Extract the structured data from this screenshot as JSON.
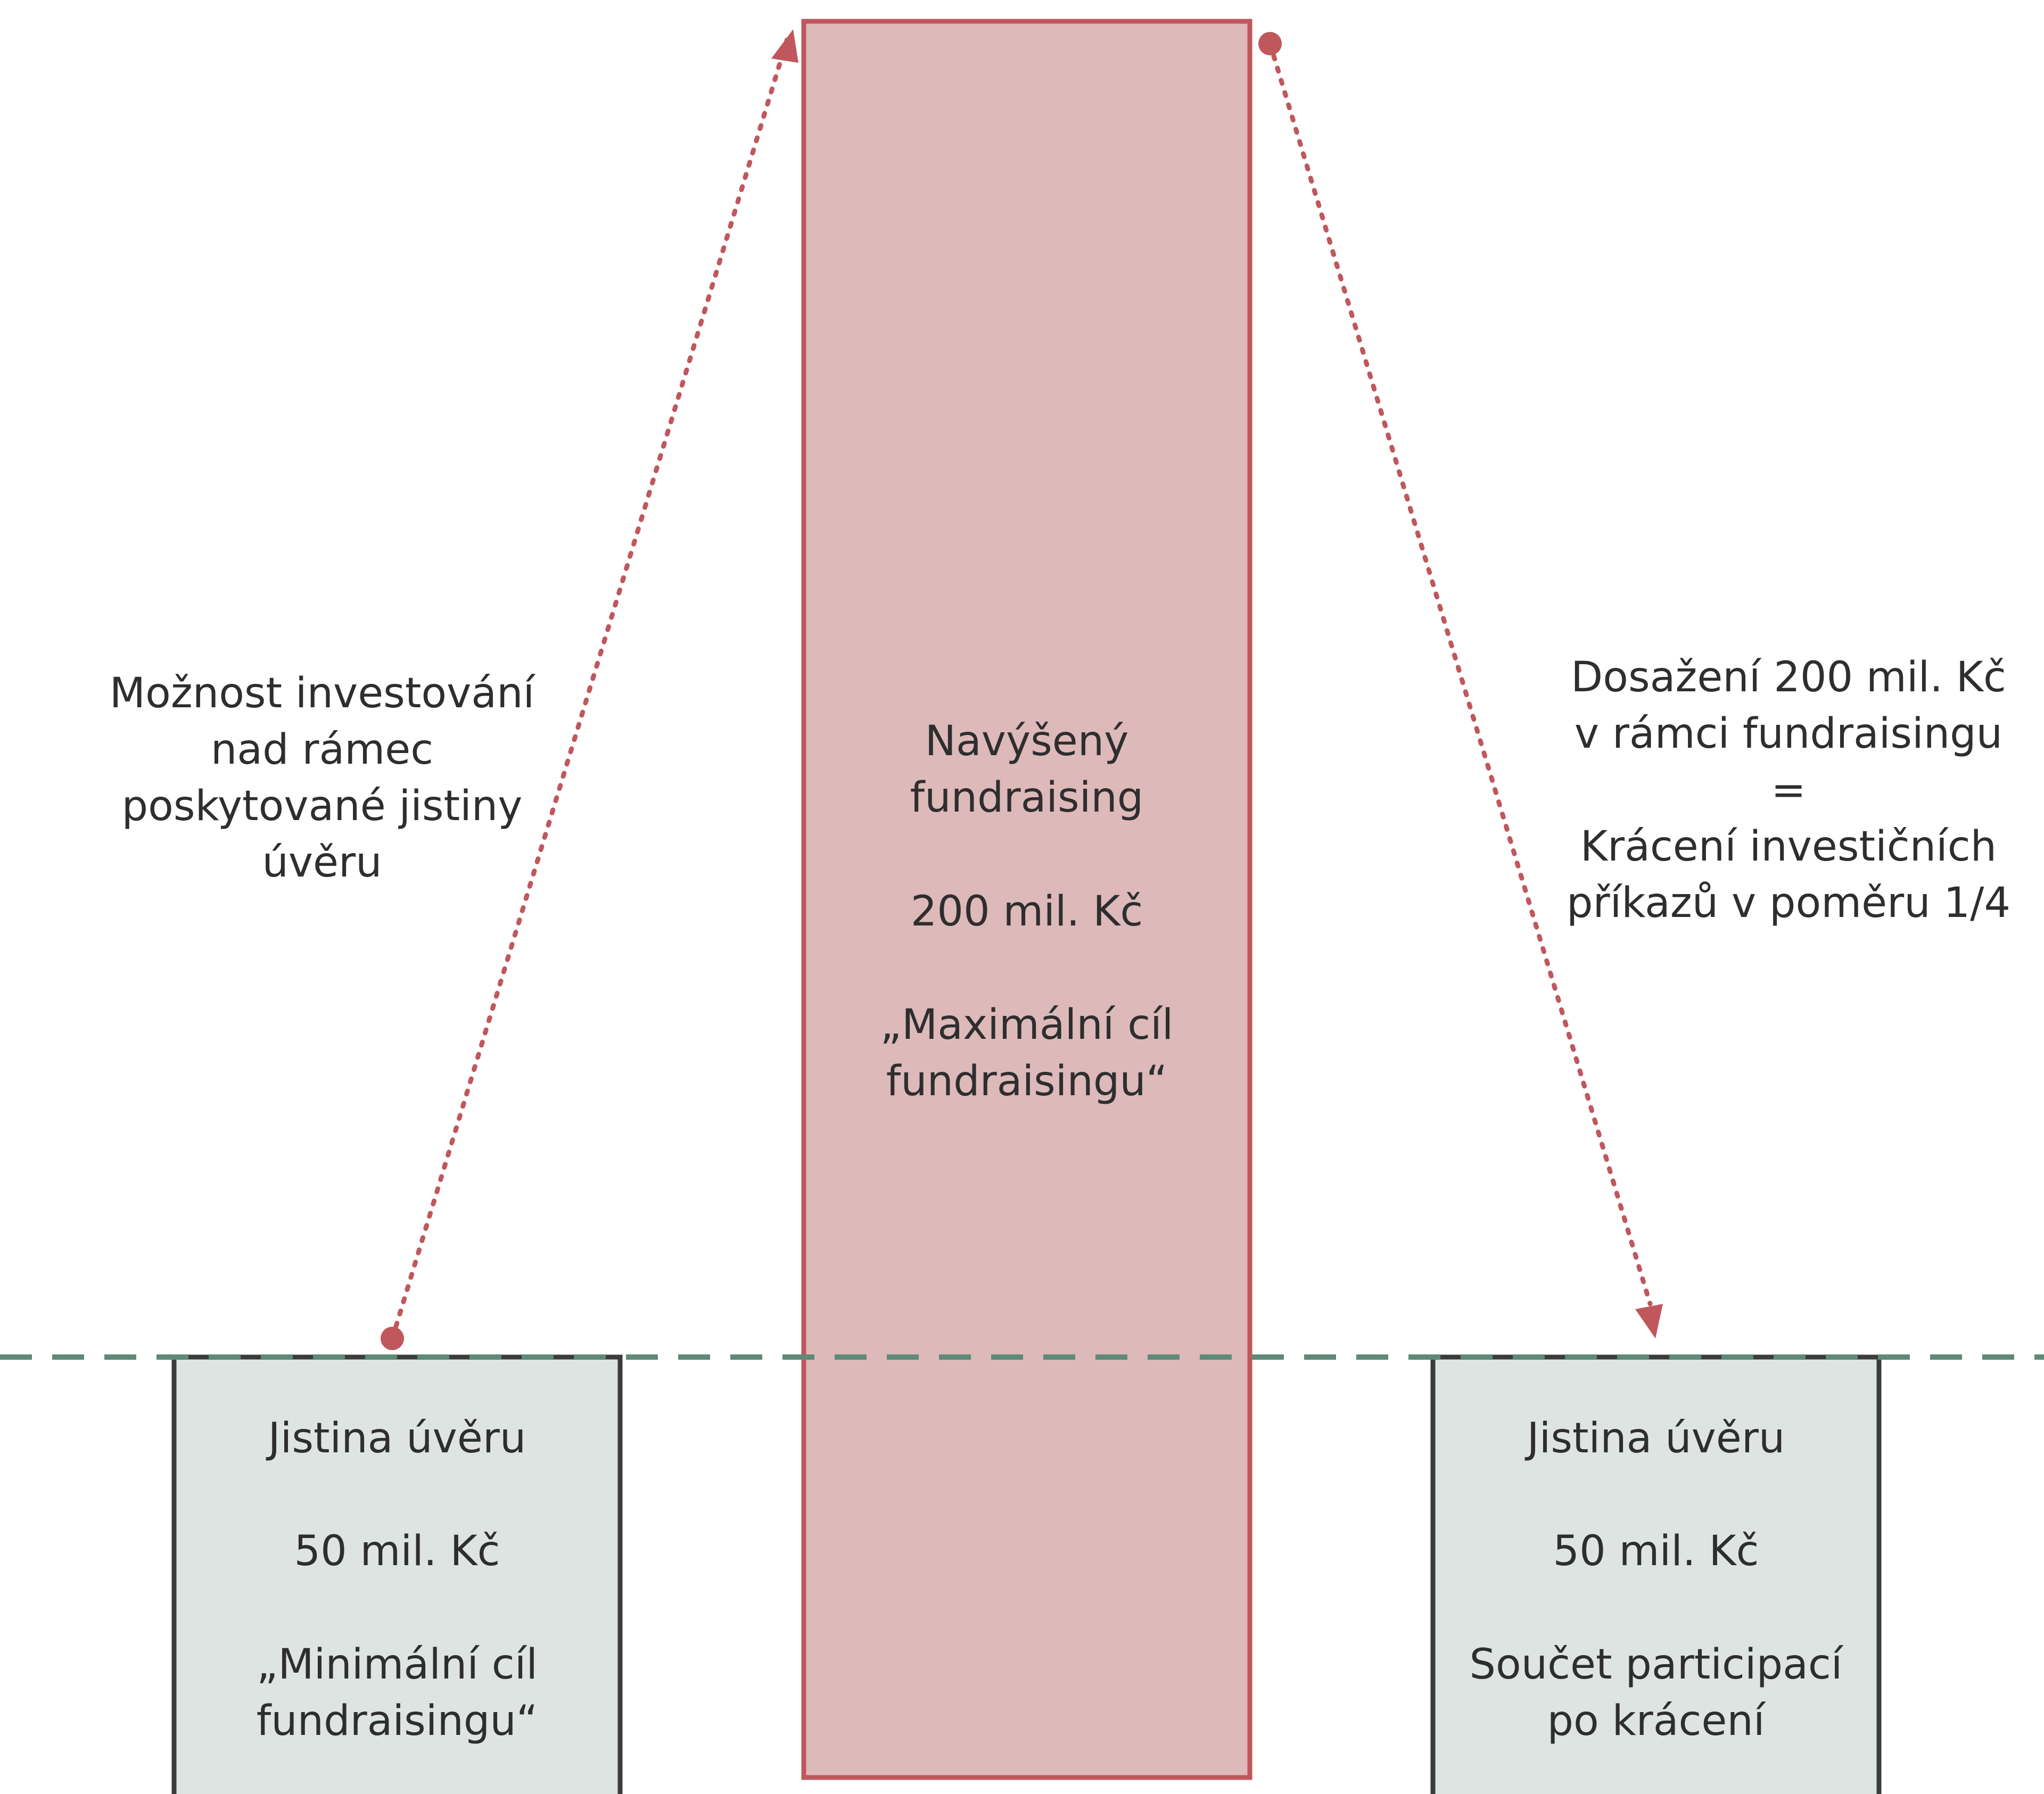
{
  "colors": {
    "tall_box_fill": "#ddb9ba",
    "tall_box_stroke": "#c0575c",
    "small_box_fill": "#dee4e1",
    "small_box_stroke": "#3a3d3c",
    "dashed_line": "#5f8a77",
    "arrow": "#c0575c",
    "text": "#2e2e2e"
  },
  "left_note": {
    "text": "Možnost investování\nnad rámec\nposkytované jistiny\núvěru"
  },
  "right_note": {
    "text": "Dosažení 200 mil. Kč\nv rámci fundraisingu\n=\nKrácení investičních\npříkazů v poměru 1/4"
  },
  "tall_box": {
    "line1": "Navýšený\nfundraising",
    "line2": "200 mil. Kč",
    "line3": "„Maximální cíl\nfundraisingu“"
  },
  "left_box": {
    "line1": "Jistina úvěru",
    "line2": "50 mil. Kč",
    "line3": "„Minimální cíl\nfundraisingu“"
  },
  "right_box": {
    "line1": "Jistina úvěru",
    "line2": "50 mil. Kč",
    "line3": "Součet participací\npo krácení"
  }
}
